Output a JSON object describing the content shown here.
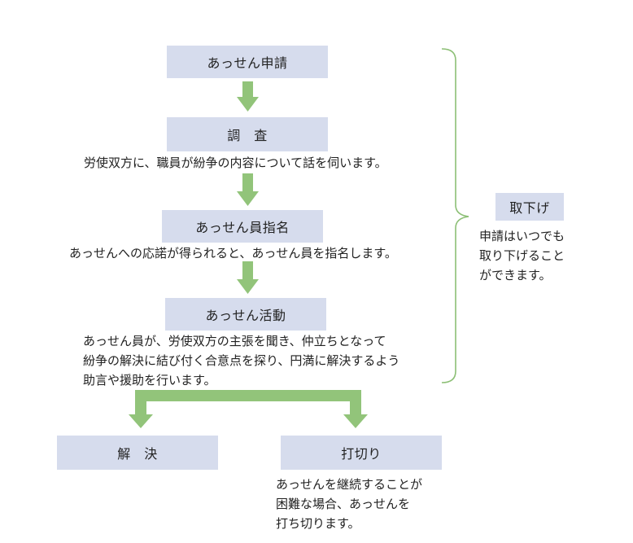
{
  "steps": {
    "apply": {
      "label": "あっせん申請"
    },
    "survey": {
      "label": "調　査",
      "desc": "労使双方に、職員が紛争の内容について話を伺います。"
    },
    "appoint": {
      "label": "あっせん員指名",
      "desc": "あっせんへの応諾が得られると、あっせん員を指名します。"
    },
    "activity": {
      "label": "あっせん活動",
      "desc_lines": [
        "あっせん員が、労使双方の主張を聞き、仲立ちとなって",
        "紛争の解決に結び付く合意点を探り、円満に解決するよう",
        "助言や援助を行います。"
      ]
    }
  },
  "outcomes": {
    "resolve": {
      "label": "解　決"
    },
    "terminate": {
      "label": "打切り",
      "desc_lines": [
        "あっせんを継続することが",
        "困難な場合、あっせんを",
        "打ち切ります。"
      ]
    }
  },
  "withdraw": {
    "label": "取下げ",
    "desc_lines": [
      "申請はいつでも",
      "取り下げること",
      "ができます。"
    ]
  },
  "colors": {
    "box_fill": "#d6dced",
    "arrow": "#92c47a",
    "bracket": "#8cbf75"
  }
}
